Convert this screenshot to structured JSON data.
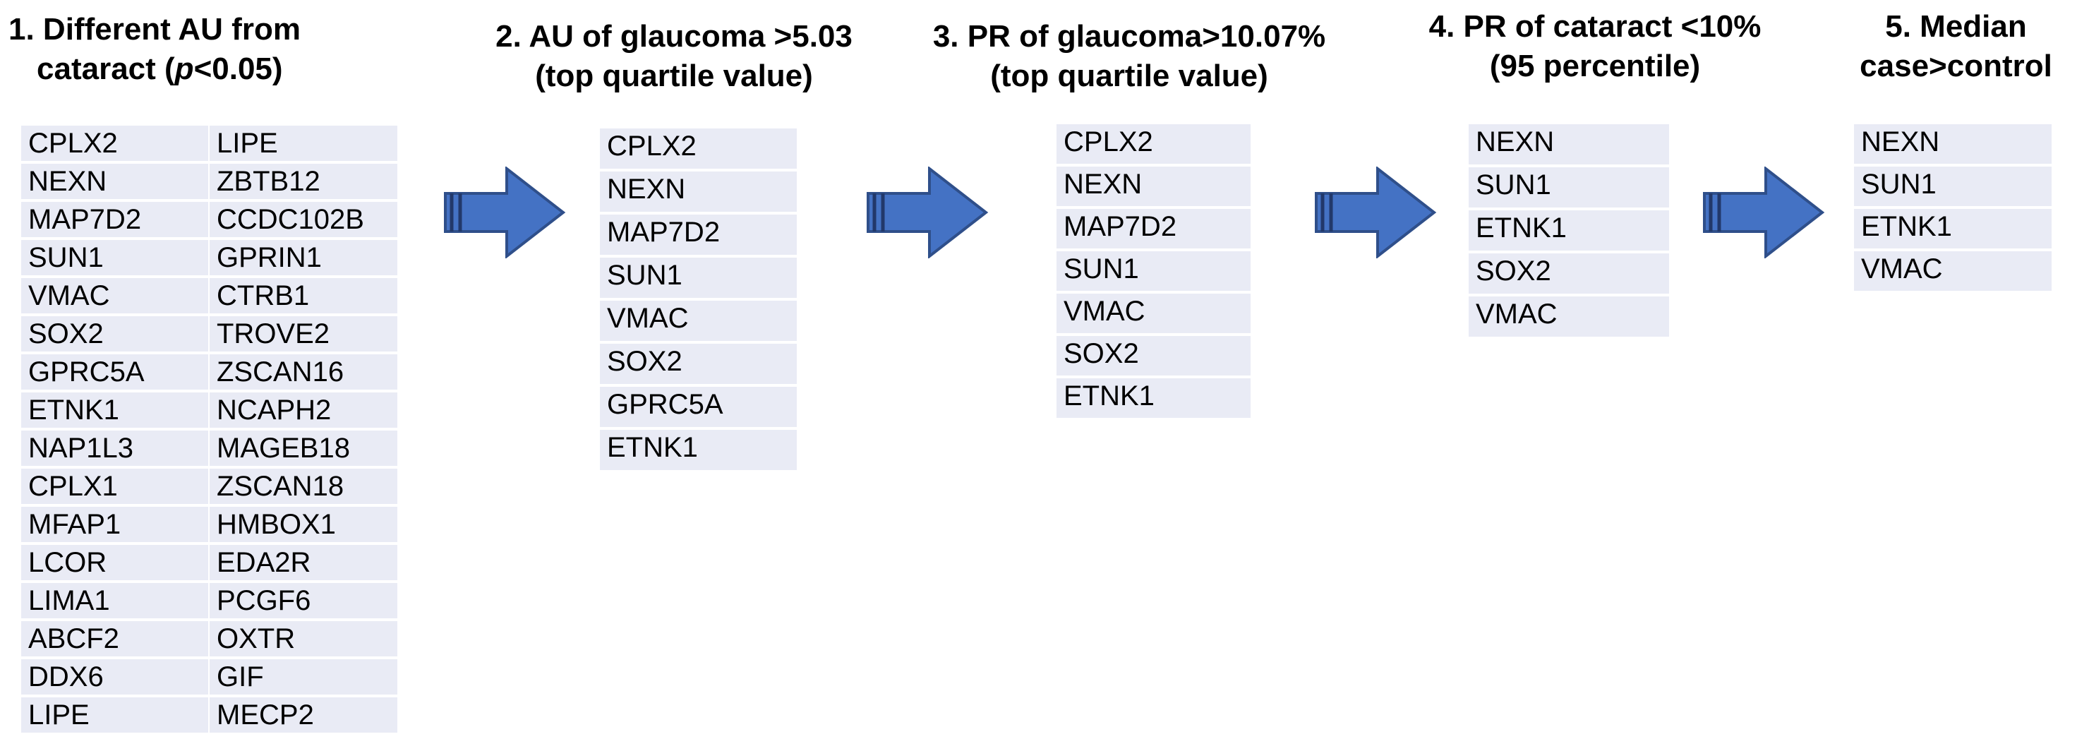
{
  "steps": [
    {
      "title_lines": [
        "1. Different AU from",
        "cataract (p<0.05)"
      ],
      "columns": [
        [
          "CPLX2",
          "NEXN",
          "MAP7D2",
          "SUN1",
          "VMAC",
          "SOX2",
          "GPRC5A",
          "ETNK1",
          "NAP1L3",
          "CPLX1",
          "MFAP1",
          "LCOR",
          "LIMA1",
          "ABCF2",
          "DDX6",
          "LIPE"
        ],
        [
          "LIPE",
          "ZBTB12",
          "CCDC102B",
          "GPRIN1",
          "CTRB1",
          "TROVE2",
          "ZSCAN16",
          "NCAPH2",
          "MAGEB18",
          "ZSCAN18",
          "HMBOX1",
          "EDA2R",
          "PCGF6",
          "OXTR",
          "GIF",
          "MECP2"
        ]
      ]
    },
    {
      "title_lines": [
        "2. AU of glaucoma >5.03",
        "(top quartile value)"
      ],
      "genes": [
        "CPLX2",
        "NEXN",
        "MAP7D2",
        "SUN1",
        "VMAC",
        "SOX2",
        "GPRC5A",
        "ETNK1"
      ]
    },
    {
      "title_lines": [
        "3. PR of glaucoma>10.07%",
        "(top quartile value)"
      ],
      "genes": [
        "CPLX2",
        "NEXN",
        "MAP7D2",
        "SUN1",
        "VMAC",
        "SOX2",
        "ETNK1"
      ]
    },
    {
      "title_lines": [
        "4. PR of cataract <10%",
        "(95 percentile)"
      ],
      "genes": [
        "NEXN",
        "SUN1",
        "ETNK1",
        "SOX2",
        "VMAC"
      ]
    },
    {
      "title_lines": [
        "5. Median",
        "case>control"
      ],
      "genes": [
        "NEXN",
        "SUN1",
        "ETNK1",
        "VMAC"
      ]
    }
  ],
  "colors": {
    "arrow_fill": "#4472c4",
    "arrow_stroke": "#2f4f8a",
    "cell_bg": "#e9ebf5"
  }
}
